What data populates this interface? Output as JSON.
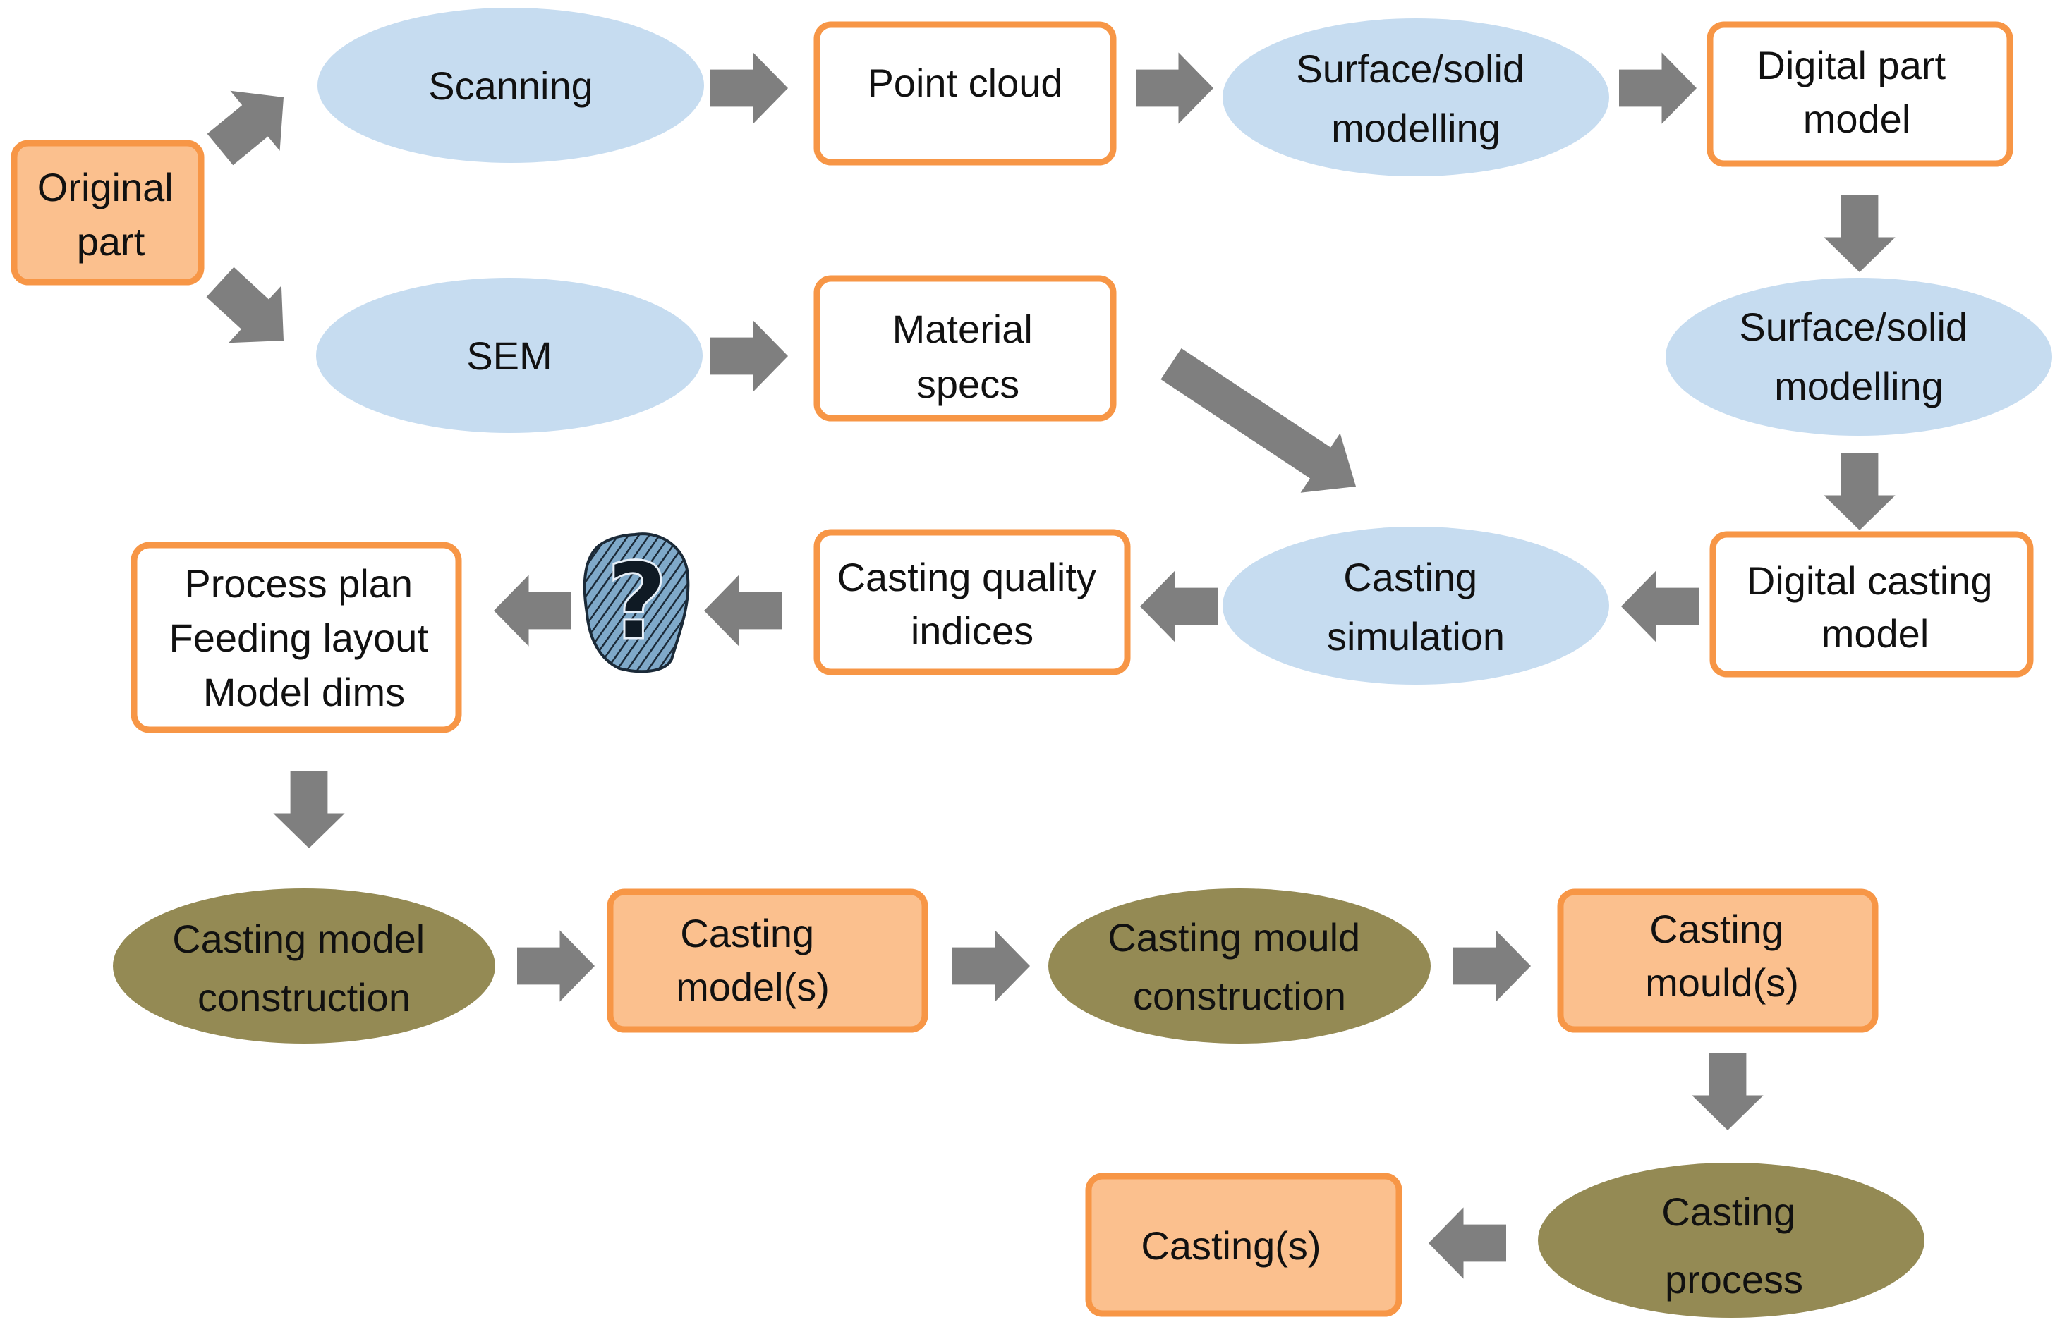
{
  "colors": {
    "orange_border": "#F79646",
    "orange_fill": "#FBC08E",
    "white_fill": "#FFFFFF",
    "blue_ellipse": "#C6DCF0",
    "olive_ellipse": "#948A54",
    "arrow_gray": "#7F7F7F",
    "text": "#111111"
  },
  "nodes": {
    "original_part": {
      "lines": [
        "Original",
        "part"
      ]
    },
    "scanning": {
      "lines": [
        "Scanning"
      ]
    },
    "point_cloud": {
      "lines": [
        "Point cloud"
      ]
    },
    "surface_solid_1": {
      "lines": [
        "Surface/solid",
        "modelling"
      ]
    },
    "digital_part_model": {
      "lines": [
        "Digital part",
        "model"
      ]
    },
    "sem": {
      "lines": [
        "SEM"
      ]
    },
    "material_specs": {
      "lines": [
        "Material",
        "specs"
      ]
    },
    "surface_solid_2": {
      "lines": [
        "Surface/solid",
        "modelling"
      ]
    },
    "digital_casting_model": {
      "lines": [
        "Digital casting",
        "model"
      ]
    },
    "casting_simulation": {
      "lines": [
        "Casting",
        "simulation"
      ]
    },
    "casting_quality_indices": {
      "lines": [
        "Casting quality",
        "indices"
      ]
    },
    "process_plan": {
      "lines": [
        "Process plan",
        "Feeding layout",
        "Model dims"
      ]
    },
    "casting_model_construction": {
      "lines": [
        "Casting model",
        "construction"
      ]
    },
    "casting_models": {
      "lines": [
        "Casting",
        "model(s)"
      ]
    },
    "casting_mould_construction": {
      "lines": [
        "Casting mould",
        "construction"
      ]
    },
    "casting_moulds": {
      "lines": [
        "Casting",
        "mould(s)"
      ]
    },
    "casting_process": {
      "lines": [
        "Casting",
        "process"
      ]
    },
    "castings": {
      "lines": [
        "Casting(s)"
      ]
    }
  },
  "decision_icon": {
    "icon": "question-mark-icon",
    "glyph": "?"
  }
}
